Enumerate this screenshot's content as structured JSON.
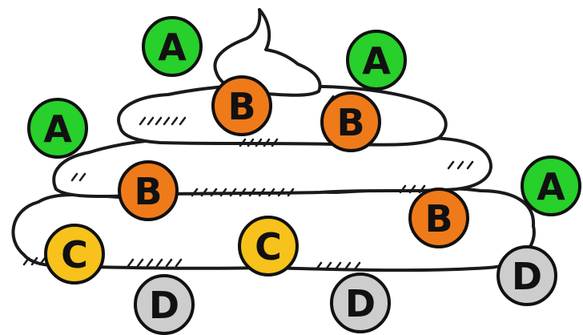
{
  "colors": {
    "A": "#27d02a",
    "B": "#ef7a1a",
    "C": "#f7c21b",
    "D": "#cdcdcd"
  },
  "markers": [
    {
      "label": "A",
      "level": "A"
    },
    {
      "label": "A",
      "level": "A"
    },
    {
      "label": "A",
      "level": "A"
    },
    {
      "label": "A",
      "level": "A"
    },
    {
      "label": "B",
      "level": "B"
    },
    {
      "label": "B",
      "level": "B"
    },
    {
      "label": "B",
      "level": "B"
    },
    {
      "label": "B",
      "level": "B"
    },
    {
      "label": "C",
      "level": "C"
    },
    {
      "label": "C",
      "level": "C"
    },
    {
      "label": "D",
      "level": "D"
    },
    {
      "label": "D",
      "level": "D"
    },
    {
      "label": "D",
      "level": "D"
    }
  ]
}
